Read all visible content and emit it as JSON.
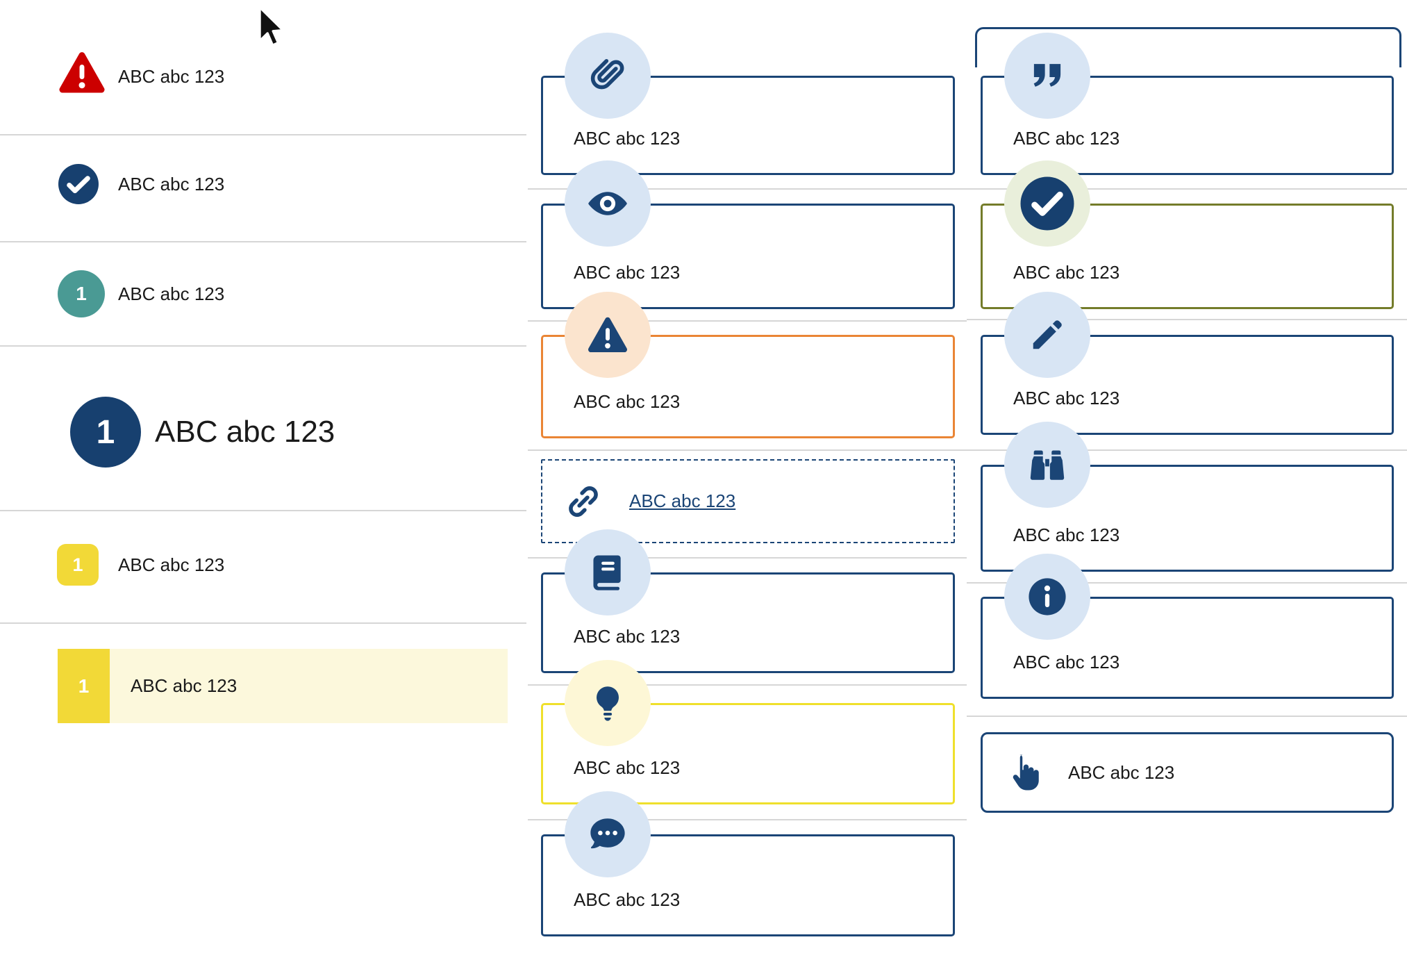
{
  "colors": {
    "navy": "#1b4576",
    "icon_circle_blue": "#d8e5f4",
    "alert_red": "#cc0000",
    "orange_border": "#ea8535",
    "orange_circle": "#fbe4ce",
    "olive_border": "#747c2a",
    "green_circle": "#e9efdb",
    "yellow_square": "#f2d937",
    "yellow_border": "#efe02c",
    "yellow_circle": "#fdf7d6",
    "highlight_row": "#fcf8dc",
    "teal_badge": "#4a9a94",
    "divider": "#d6d6d6"
  },
  "left_list": {
    "rows": [
      {
        "icon": "alert-triangle-icon",
        "label": "ABC abc 123"
      },
      {
        "icon": "check-circle-icon",
        "label": "ABC abc 123"
      },
      {
        "icon": "number-badge-teal",
        "badge": "1",
        "label": "ABC abc 123"
      },
      {
        "icon": "number-badge-navy-large",
        "badge": "1",
        "label": "ABC abc 123"
      },
      {
        "icon": "number-badge-yellow",
        "badge": "1",
        "label": "ABC abc 123"
      },
      {
        "icon": "number-badge-yellow",
        "badge": "1",
        "label": "ABC abc 123",
        "highlighted": true
      }
    ]
  },
  "middle_cards": [
    {
      "icon": "paperclip-icon",
      "label": "ABC abc 123",
      "variant": "navy-outline"
    },
    {
      "icon": "eye-icon",
      "label": "ABC abc 123",
      "variant": "navy-outline"
    },
    {
      "icon": "warning-triangle-icon",
      "label": "ABC abc 123",
      "variant": "orange-outline"
    },
    {
      "icon": "link-icon",
      "label": "ABC abc 123",
      "variant": "dashed-outline-link"
    },
    {
      "icon": "book-icon",
      "label": "ABC abc 123",
      "variant": "navy-outline"
    },
    {
      "icon": "lightbulb-icon",
      "label": "ABC abc 123",
      "variant": "yellow-outline"
    },
    {
      "icon": "chat-dots-icon",
      "label": "ABC abc 123",
      "variant": "navy-outline"
    }
  ],
  "right_cards": [
    {
      "icon": "quote-icon",
      "label": "ABC abc 123",
      "variant": "navy-outline"
    },
    {
      "icon": "check-circle-icon",
      "label": "ABC abc 123",
      "variant": "green-outline"
    },
    {
      "icon": "pencil-icon",
      "label": "ABC abc 123",
      "variant": "navy-outline"
    },
    {
      "icon": "binoculars-icon",
      "label": "ABC abc 123",
      "variant": "navy-outline"
    },
    {
      "icon": "info-icon",
      "label": "ABC abc 123",
      "variant": "navy-outline"
    },
    {
      "icon": "hand-pointer-icon",
      "label": "ABC abc 123",
      "variant": "navy-outline-inline"
    }
  ]
}
